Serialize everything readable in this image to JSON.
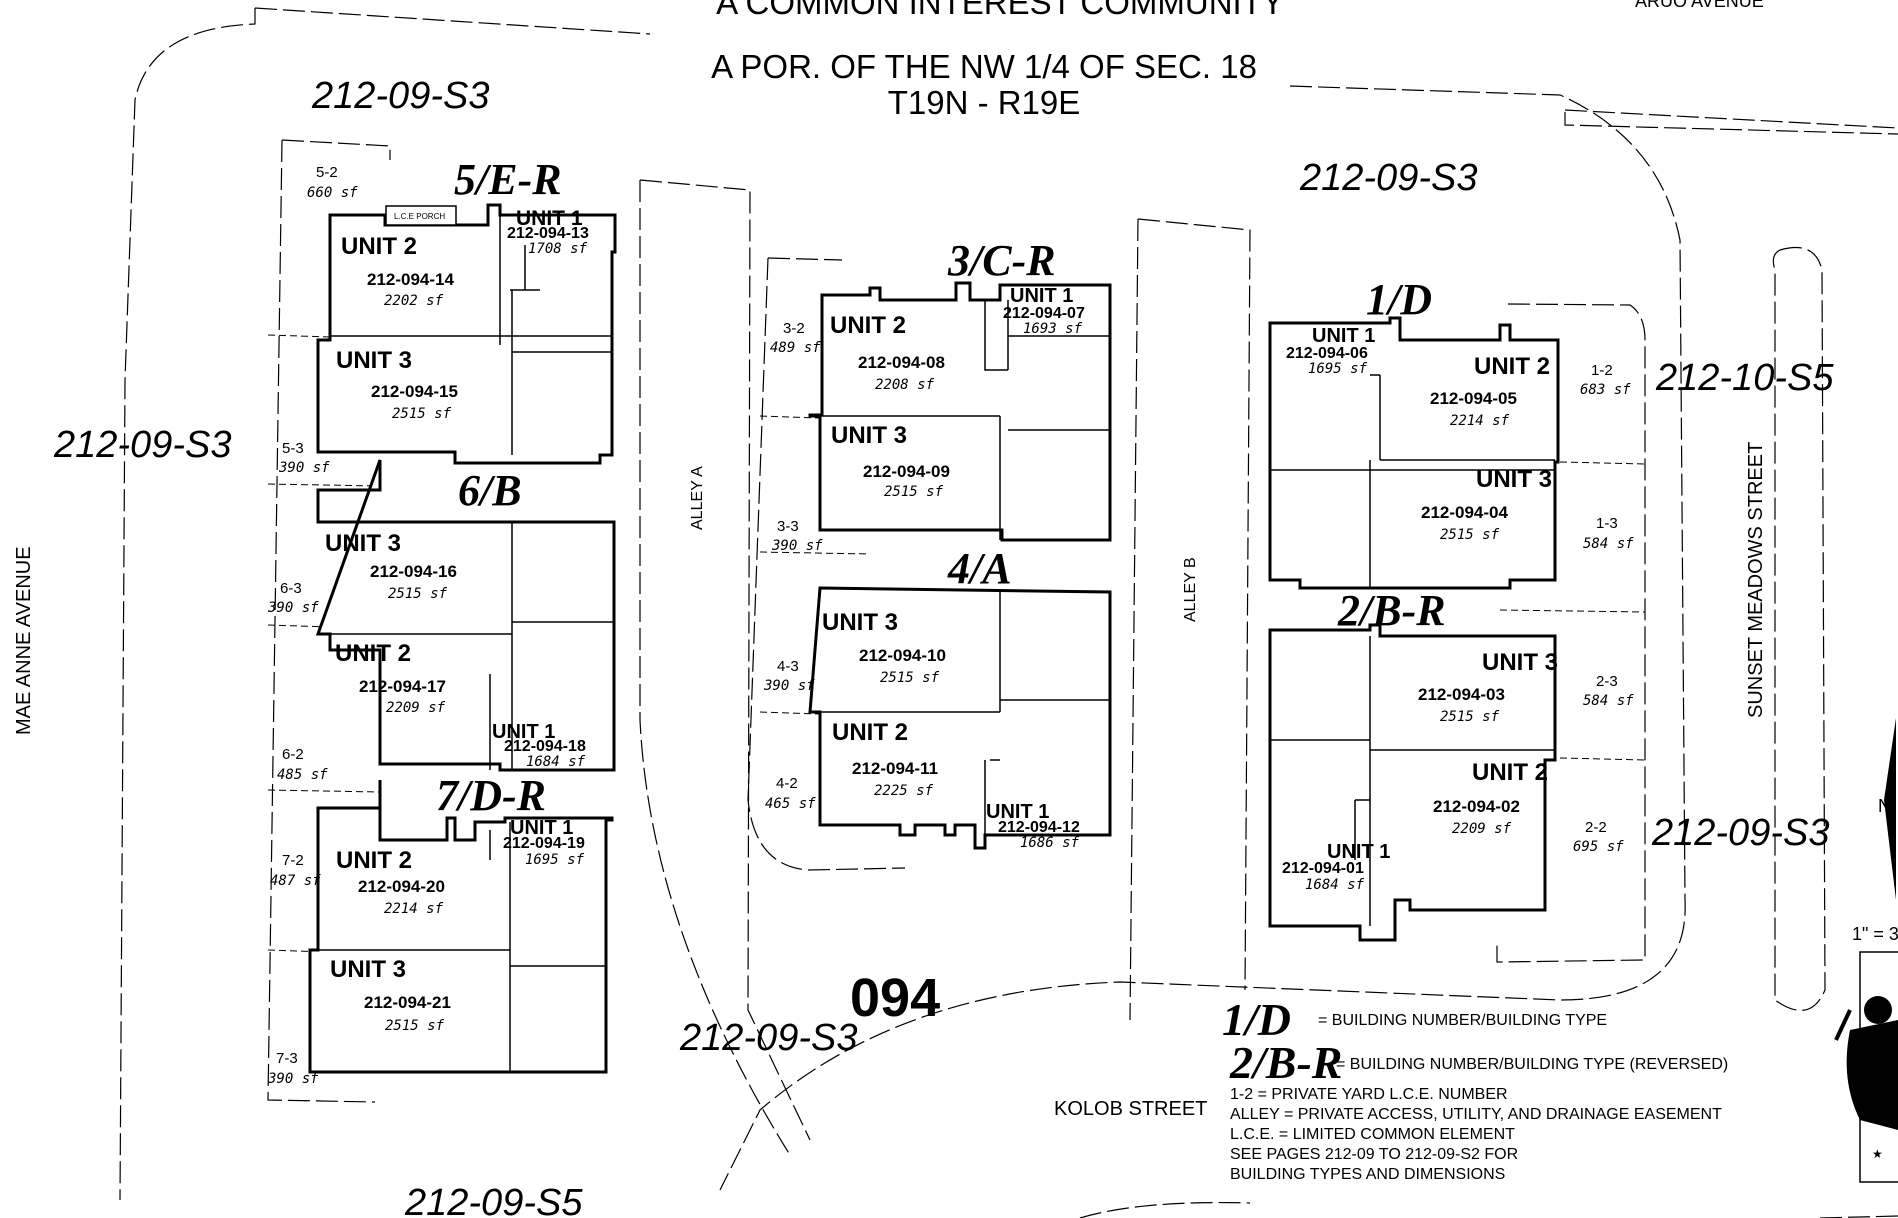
{
  "header": {
    "line1": "A COMMON INTEREST COMMUNITY",
    "line2": "A POR. OF THE NW 1/4 OF SEC. 18",
    "line3": "T19N - R19E",
    "corner": "ARUO AVENUE"
  },
  "parcels": [
    {
      "id": "p1",
      "text": "212-09-S3"
    },
    {
      "id": "p2",
      "text": "212-09-S3"
    },
    {
      "id": "p3",
      "text": "212-09-S3"
    },
    {
      "id": "p4",
      "text": "212-10-S5"
    },
    {
      "id": "p5",
      "text": "212-09-S3"
    },
    {
      "id": "p6",
      "text": "212-09-S3"
    },
    {
      "id": "p7",
      "text": "212-09-S5"
    }
  ],
  "block_number": "094",
  "streets": {
    "mae_anne": "MAE ANNE AVENUE",
    "sunset": "SUNSET MEADOWS STREET",
    "kolob": "KOLOB STREET",
    "alley_a": "ALLEY A",
    "alley_b": "ALLEY B"
  },
  "buildings": [
    {
      "id": "b5",
      "label": "5/E-R"
    },
    {
      "id": "b6",
      "label": "6/B"
    },
    {
      "id": "b7",
      "label": "7/D-R"
    },
    {
      "id": "b3",
      "label": "3/C-R"
    },
    {
      "id": "b4",
      "label": "4/A"
    },
    {
      "id": "b1",
      "label": "1/D"
    },
    {
      "id": "b2",
      "label": "2/B-R"
    }
  ],
  "units": [
    {
      "unit": "UNIT 1",
      "apn": "212-094-13",
      "sf": "1708 sf"
    },
    {
      "unit": "UNIT 2",
      "apn": "212-094-14",
      "sf": "2202 sf"
    },
    {
      "unit": "UNIT 3",
      "apn": "212-094-15",
      "sf": "2515 sf"
    },
    {
      "unit": "UNIT 3",
      "apn": "212-094-16",
      "sf": "2515 sf"
    },
    {
      "unit": "UNIT 2",
      "apn": "212-094-17",
      "sf": "2209 sf"
    },
    {
      "unit": "UNIT 1",
      "apn": "212-094-18",
      "sf": "1684 sf"
    },
    {
      "unit": "UNIT 1",
      "apn": "212-094-19",
      "sf": "1695 sf"
    },
    {
      "unit": "UNIT 2",
      "apn": "212-094-20",
      "sf": "2214 sf"
    },
    {
      "unit": "UNIT 3",
      "apn": "212-094-21",
      "sf": "2515 sf"
    },
    {
      "unit": "UNIT 1",
      "apn": "212-094-07",
      "sf": "1693 sf"
    },
    {
      "unit": "UNIT 2",
      "apn": "212-094-08",
      "sf": "2208 sf"
    },
    {
      "unit": "UNIT 3",
      "apn": "212-094-09",
      "sf": "2515 sf"
    },
    {
      "unit": "UNIT 3",
      "apn": "212-094-10",
      "sf": "2515 sf"
    },
    {
      "unit": "UNIT 2",
      "apn": "212-094-11",
      "sf": "2225 sf"
    },
    {
      "unit": "UNIT 1",
      "apn": "212-094-12",
      "sf": "1686 sf"
    },
    {
      "unit": "UNIT 1",
      "apn": "212-094-06",
      "sf": "1695 sf"
    },
    {
      "unit": "UNIT 2",
      "apn": "212-094-05",
      "sf": "2214 sf"
    },
    {
      "unit": "UNIT 3",
      "apn": "212-094-04",
      "sf": "2515 sf"
    },
    {
      "unit": "UNIT 3",
      "apn": "212-094-03",
      "sf": "2515 sf"
    },
    {
      "unit": "UNIT 2",
      "apn": "212-094-02",
      "sf": "2209 sf"
    },
    {
      "unit": "UNIT 1",
      "apn": "212-094-01",
      "sf": "1684 sf"
    }
  ],
  "lce": [
    {
      "num": "5-2",
      "sf": "660 sf"
    },
    {
      "num": "5-3",
      "sf": "390 sf"
    },
    {
      "num": "6-3",
      "sf": "390 sf"
    },
    {
      "num": "6-2",
      "sf": "485 sf"
    },
    {
      "num": "7-2",
      "sf": "487 sf"
    },
    {
      "num": "7-3",
      "sf": "390 sf"
    },
    {
      "num": "3-2",
      "sf": "489 sf"
    },
    {
      "num": "3-3",
      "sf": "390 sf"
    },
    {
      "num": "4-3",
      "sf": "390 sf"
    },
    {
      "num": "4-2",
      "sf": "465 sf"
    },
    {
      "num": "1-2",
      "sf": "683 sf"
    },
    {
      "num": "1-3",
      "sf": "584 sf"
    },
    {
      "num": "2-3",
      "sf": "584 sf"
    },
    {
      "num": "2-2",
      "sf": "695 sf"
    }
  ],
  "porch_label": "L.C.E PORCH",
  "legend": {
    "sym1": "1/D",
    "desc1": "= BUILDING NUMBER/BUILDING TYPE",
    "sym2": "2/B-R",
    "desc2": "= BUILDING NUMBER/BUILDING TYPE (REVERSED)",
    "lines": [
      "1-2  = PRIVATE YARD L.C.E. NUMBER",
      "ALLEY = PRIVATE ACCESS, UTILITY, AND DRAINAGE EASEMENT",
      "L.C.E.  = LIMITED COMMON ELEMENT",
      "SEE PAGES 212-09 TO 212-09-S2 FOR",
      "BUILDING TYPES AND DIMENSIONS"
    ]
  },
  "north_label": "N",
  "scale_label": "1\" = 3"
}
